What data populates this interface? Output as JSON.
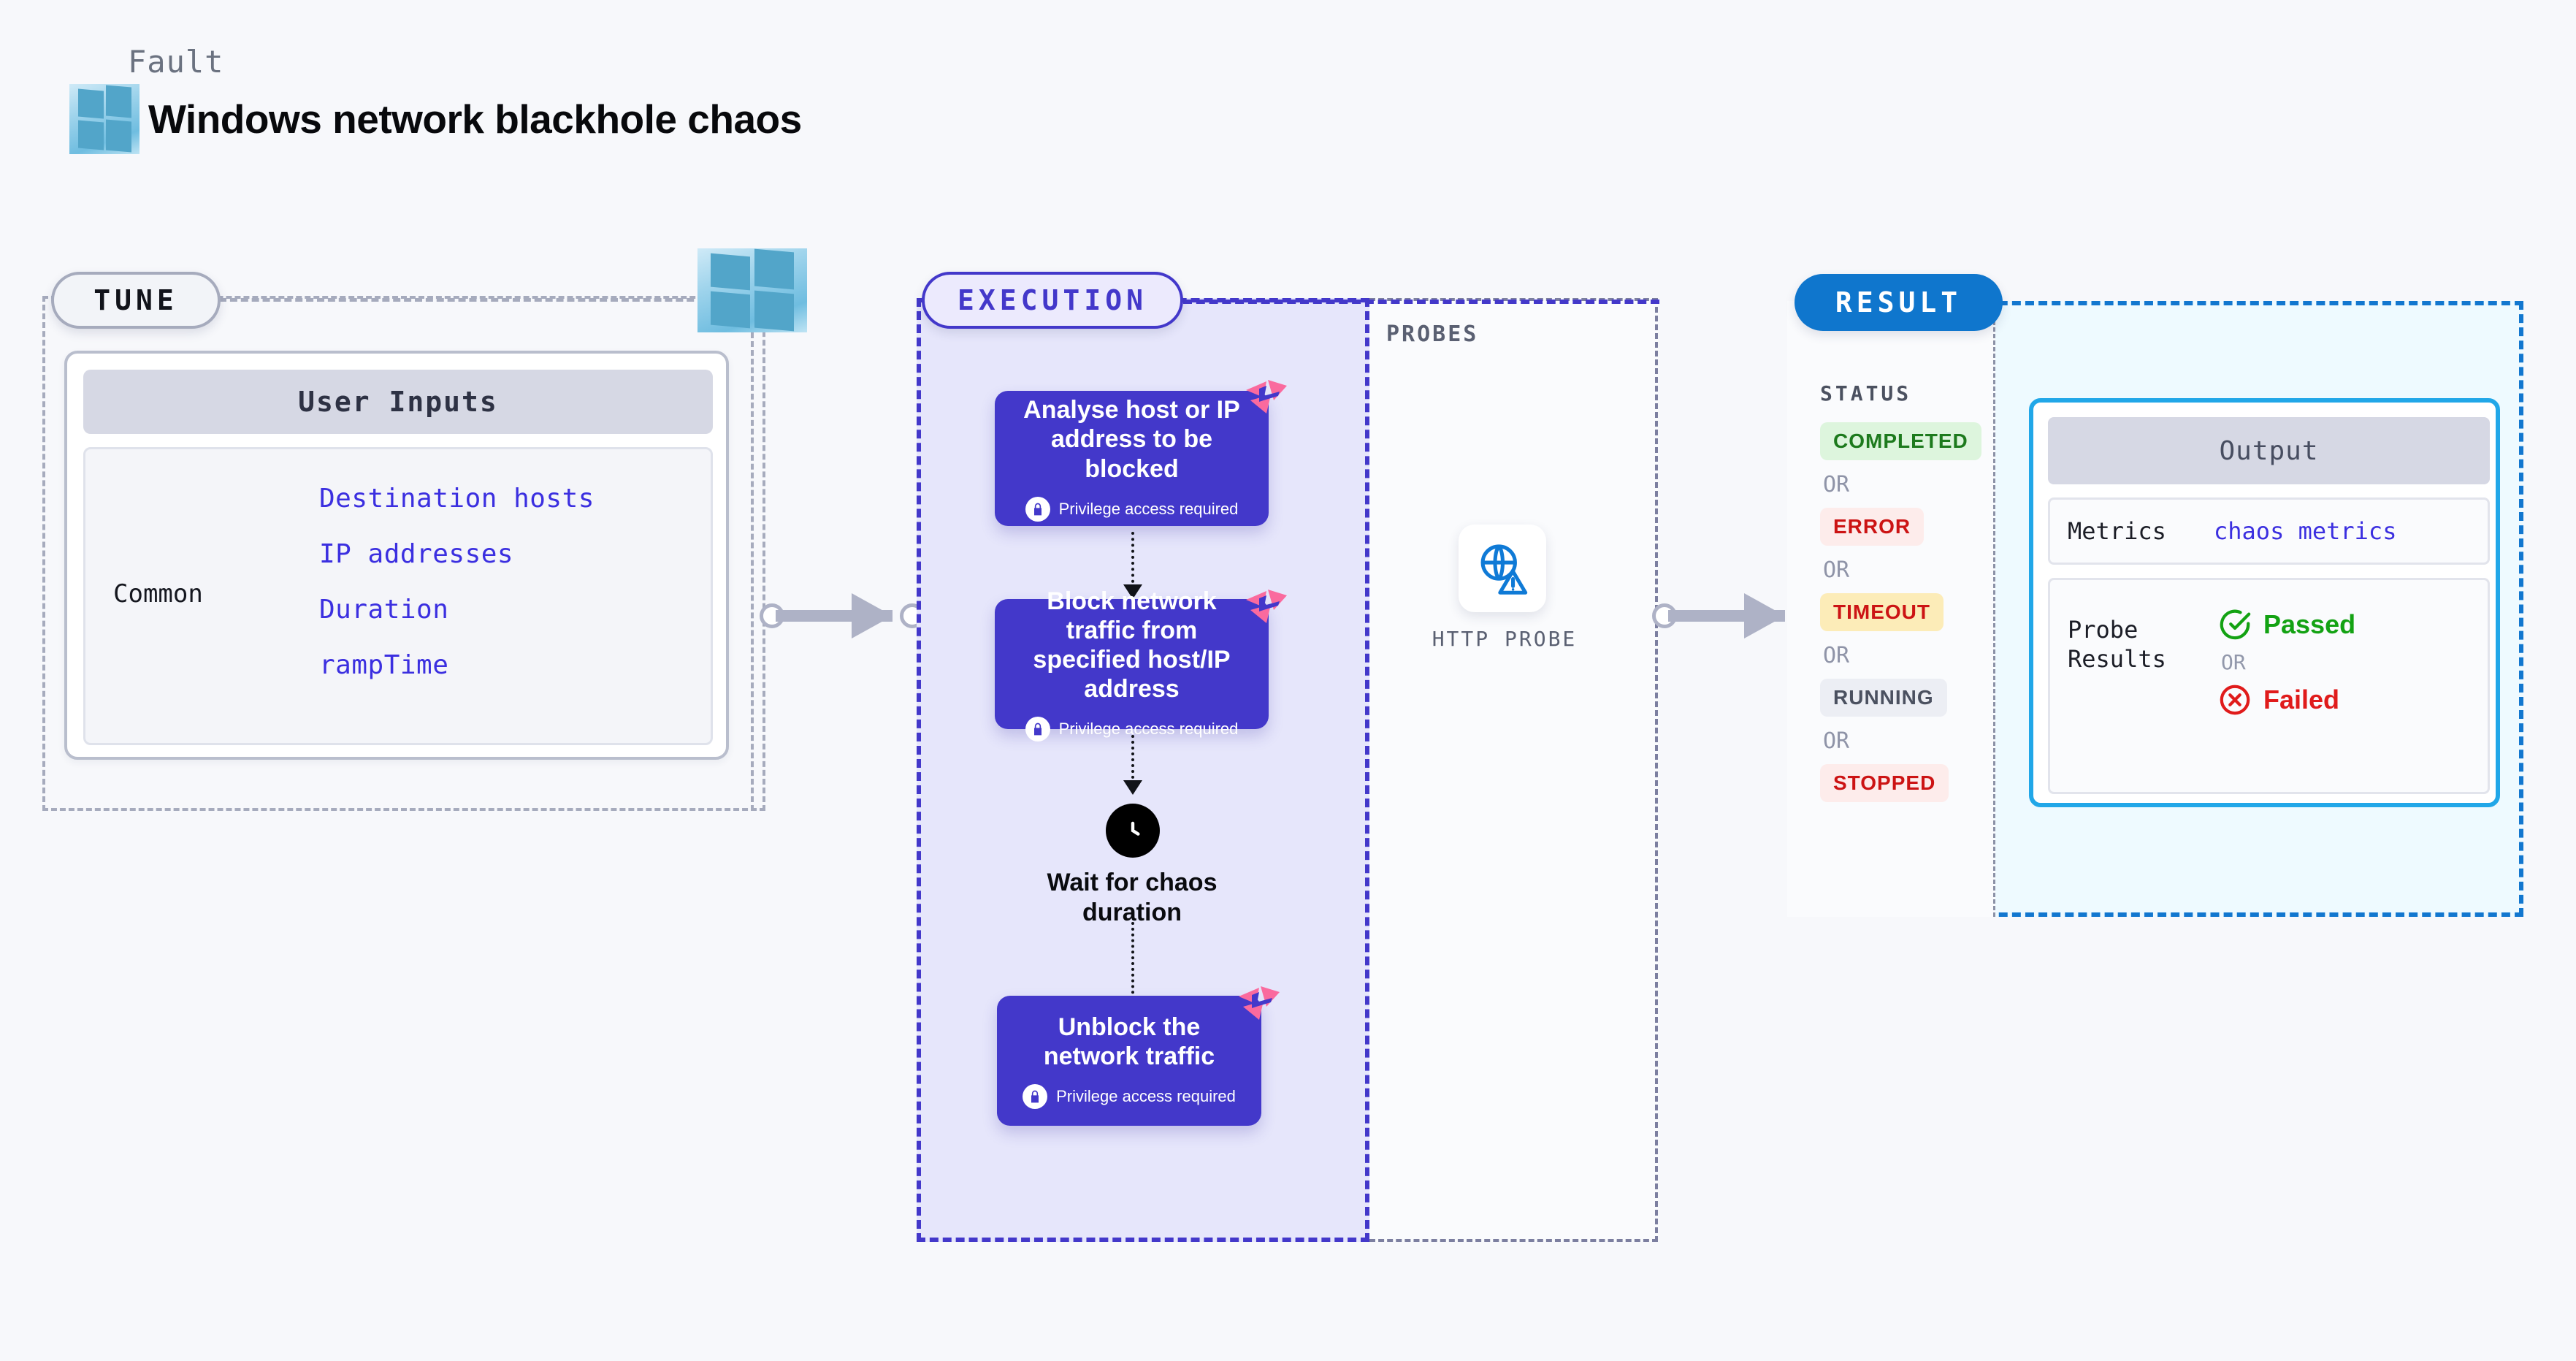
{
  "header": {
    "kicker": "Fault",
    "title": "Windows network blackhole chaos",
    "logo_icon": "windows-logo-icon"
  },
  "tune": {
    "pill_label": "TUNE",
    "logo_icon": "windows-logo-icon",
    "user_inputs_title": "User Inputs",
    "group_label": "Common",
    "inputs": [
      {
        "label": "Destination hosts"
      },
      {
        "label": "IP addresses"
      },
      {
        "label": "Duration"
      },
      {
        "label": "rampTime"
      }
    ]
  },
  "execution": {
    "pill_label": "EXECUTION",
    "privilege_note": "Privilege access required",
    "privilege_icon": "lock-icon",
    "badge_icon": "litmus-logo-icon",
    "nodes": [
      {
        "title": "Analyse host or IP address to be blocked",
        "privileged": true
      },
      {
        "title": "Block network traffic from specified host/IP address",
        "privileged": true
      }
    ],
    "wait": {
      "icon": "clock-icon",
      "label": "Wait for chaos duration"
    },
    "final_node": {
      "title": "Unblock the network traffic",
      "privileged": true
    }
  },
  "probes": {
    "section_label": "PROBES",
    "items": [
      {
        "caption": "HTTP PROBE",
        "icon": "globe-warning-icon"
      }
    ]
  },
  "result": {
    "pill_label": "RESULT",
    "status_label": "STATUS",
    "or_label": "OR",
    "statuses": [
      {
        "label": "COMPLETED",
        "color": "#1d7a1d",
        "bg": "#ddf5dd"
      },
      {
        "label": "ERROR",
        "color": "#cc1414",
        "bg": "#fdeceb"
      },
      {
        "label": "TIMEOUT",
        "color": "#cc1414",
        "bg": "#fcecb8"
      },
      {
        "label": "RUNNING",
        "color": "#4b5160",
        "bg": "#eceef4"
      },
      {
        "label": "STOPPED",
        "color": "#cc1414",
        "bg": "#fdeceb"
      }
    ],
    "output": {
      "title": "Output",
      "metrics_key": "Metrics",
      "metrics_value": "chaos metrics",
      "probe_results_key": "Probe Results",
      "passed_label": "Passed",
      "passed_icon": "check-circle-icon",
      "passed_color": "#13a213",
      "or_label": "OR",
      "failed_label": "Failed",
      "failed_icon": "x-circle-icon",
      "failed_color": "#e01b1b"
    }
  },
  "colors": {
    "execution_accent": "#4338ca",
    "result_accent": "#0f76cd",
    "output_accent": "#21a7e8",
    "litmus_pink": "#fa6a9e",
    "input_text": "#3b2fe0",
    "tune_border": "#a6abbd"
  }
}
